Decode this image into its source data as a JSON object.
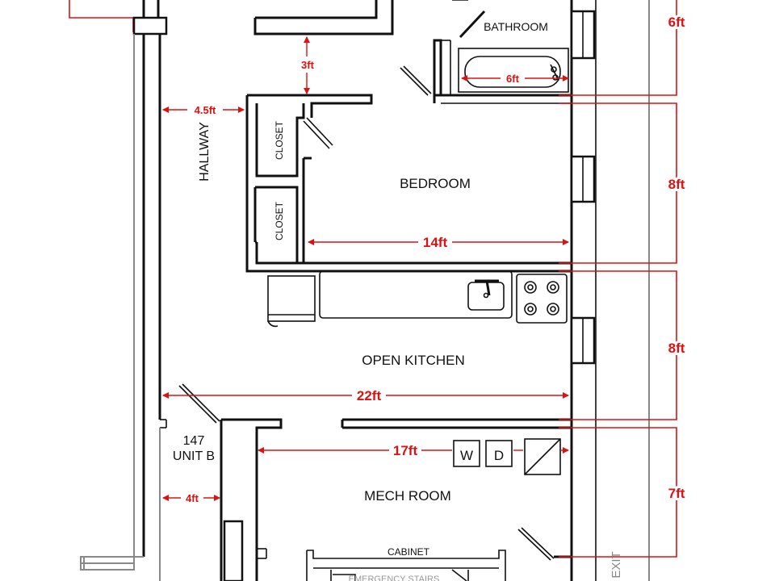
{
  "rooms": {
    "bathroom": "BATHROOM",
    "bedroom": "BEDROOM",
    "hallway": "HALLWAY",
    "closet_upper": "CLOSET",
    "closet_lower": "CLOSET",
    "open_kitchen": "OPEN KITCHEN",
    "unit_number": "147",
    "unit_name": "UNIT B",
    "mech_room": "MECH ROOM",
    "cabinet": "CABINET",
    "emergency_stairs": "EMERGENCY STAIRS",
    "exit": "EXIT"
  },
  "appliances": {
    "washer": "W",
    "dryer": "D"
  },
  "dimensions": {
    "bath_height": "6ft",
    "tub_width": "6ft",
    "corridor_gap": "3ft",
    "hallway_width": "4.5ft",
    "bedroom_height": "8ft",
    "bedroom_width": "14ft",
    "kitchen_height": "8ft",
    "kitchen_width": "22ft",
    "mech_width": "17ft",
    "mech_height": "7ft",
    "entry_width": "4ft"
  },
  "colors": {
    "walls": "#111111",
    "dimensions": "#dd1111",
    "exterior": "#888888"
  }
}
